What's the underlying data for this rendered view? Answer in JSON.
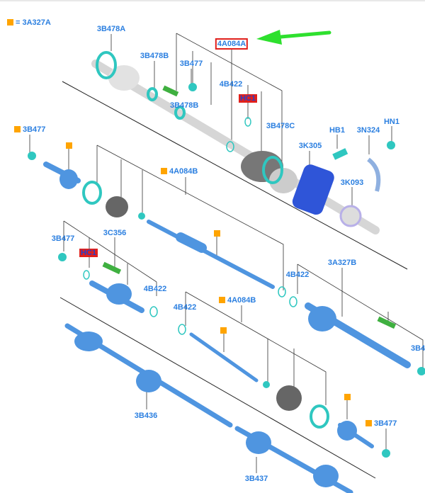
{
  "legend": {
    "text": "= 3A327A",
    "color": "#ffa400"
  },
  "arrow_color": "#2ee02e",
  "labels": {
    "top_3B478A": "3B478A",
    "top_3B478B_a": "3B478B",
    "top_3B477": "3B477",
    "top_4A084A": "4A084A",
    "top_4B422": "4B422",
    "top_HC1": "HC1",
    "top_3B478B_b": "3B478B",
    "top_3B478C": "3B478C",
    "mid_3B477": "3B477",
    "HB1": "HB1",
    "3N324": "3N324",
    "HN1": "HN1",
    "3K305": "3K305",
    "mid_4A084B": "4A084B",
    "3K093": "3K093",
    "low_3B477": "3B477",
    "3C356": "3C356",
    "low_HC1": "HC1",
    "low_4B422_a": "4B422",
    "low_4B422_b": "4B422",
    "3A327B": "3A327B",
    "low_4B422_c": "4B422",
    "low_4A084B": "4A084B",
    "3B436": "3B436",
    "bot_3B477": "3B477",
    "3B437": "3B437",
    "edge_3B4": "3B4"
  }
}
